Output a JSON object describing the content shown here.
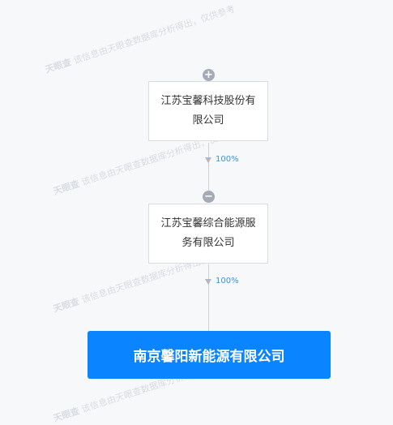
{
  "watermark": {
    "logo": "天眼查",
    "text": "该信息由天眼查数据库分析得出，仅供参考"
  },
  "nodes": [
    {
      "name": "江苏宝馨科技股份有限公司"
    },
    {
      "name": "江苏宝馨综合能源服务有限公司"
    }
  ],
  "edges": [
    {
      "percent": "100%"
    },
    {
      "percent": "100%"
    }
  ],
  "target": {
    "name": "南京馨阳新能源有限公司"
  },
  "controls": {
    "expand": "+",
    "collapse": "−"
  },
  "colors": {
    "target": "#0a84ff",
    "percent": "#3b8fe8",
    "toggle": "#a4abb6"
  }
}
